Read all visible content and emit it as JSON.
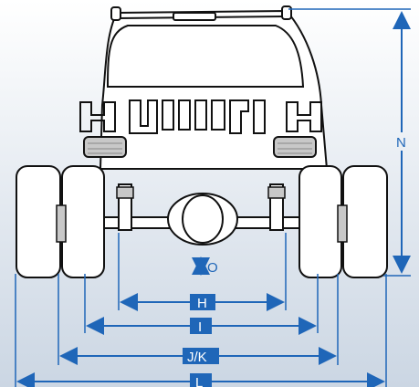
{
  "diagram": {
    "subject": "vehicle-rear-view-dimensions",
    "colors": {
      "background_top": "#ffffff",
      "background_bottom": "#cfd9e5",
      "dimension_lines": "#1f66b8",
      "outline": "#111111",
      "light_fill": "#c8c8c8"
    },
    "labels": {
      "N": "N",
      "O": "O",
      "H": "H",
      "I": "I",
      "JK": "J/K",
      "L": "L"
    }
  }
}
